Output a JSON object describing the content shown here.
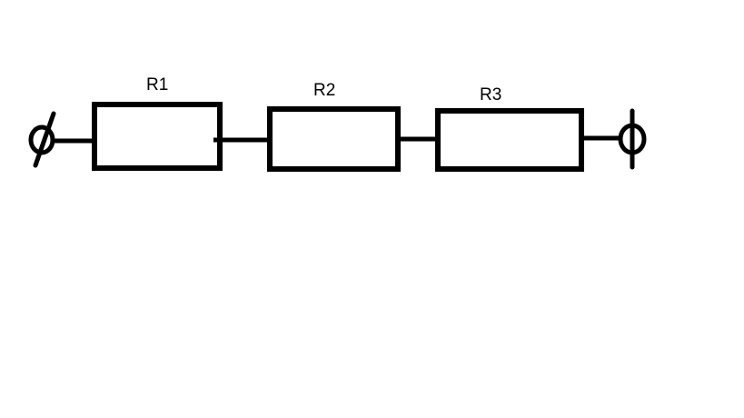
{
  "colors": {
    "ink": "#000000",
    "background": "#ffffff"
  },
  "circuit": {
    "topology": "series",
    "resistors": [
      {
        "label": "R1"
      },
      {
        "label": "R2"
      },
      {
        "label": "R3"
      }
    ],
    "terminals": [
      {
        "name": "left-terminal"
      },
      {
        "name": "right-terminal"
      }
    ]
  }
}
